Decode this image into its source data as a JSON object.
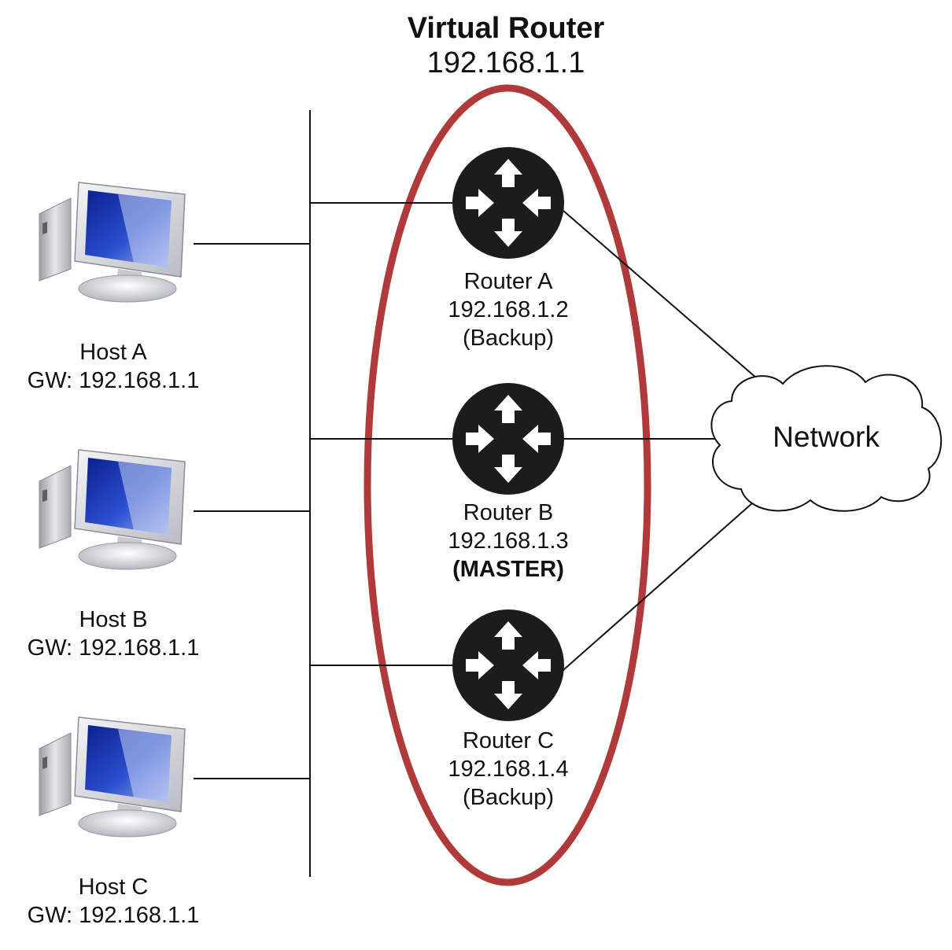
{
  "virtual_router": {
    "title": "Virtual Router",
    "ip": "192.168.1.1"
  },
  "routers": [
    {
      "name": "Router A",
      "ip": "192.168.1.2",
      "role": "(Backup)"
    },
    {
      "name": "Router B",
      "ip": "192.168.1.3",
      "role": "(MASTER)"
    },
    {
      "name": "Router C",
      "ip": "192.168.1.4",
      "role": "(Backup)"
    }
  ],
  "hosts": [
    {
      "name": "Host A",
      "gateway": "GW: 192.168.1.1"
    },
    {
      "name": "Host B",
      "gateway": "GW: 192.168.1.1"
    },
    {
      "name": "Host C",
      "gateway": "GW: 192.168.1.1"
    }
  ],
  "network": {
    "label": "Network"
  },
  "colors": {
    "virtual_router_ring": "#b03a3a",
    "router_body": "#1c1c1c",
    "screen": "#1533a8",
    "line": "#111111"
  },
  "icons": {
    "router": "router-arrows-icon",
    "host": "desktop-computer-icon",
    "network": "cloud-icon"
  }
}
